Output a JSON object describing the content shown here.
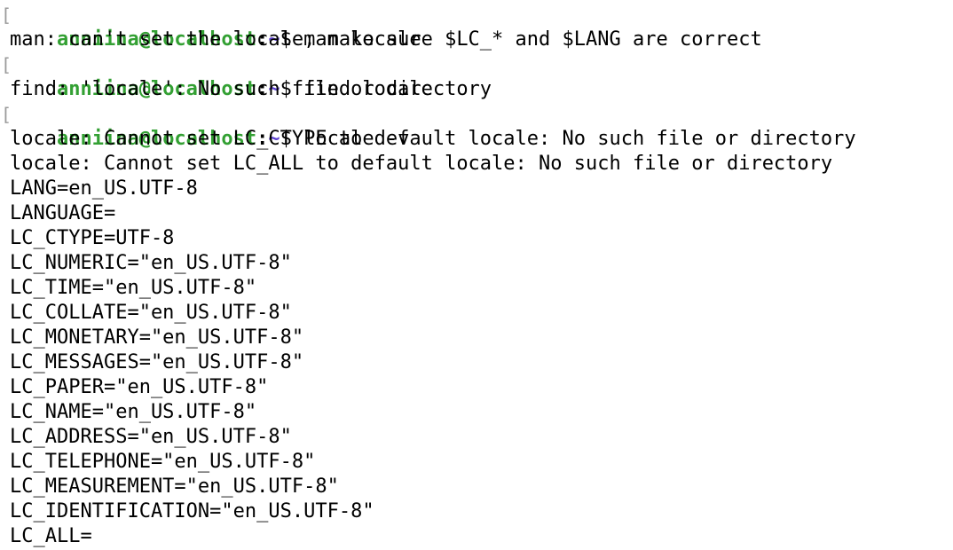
{
  "terminal": {
    "prompt_user": "anniina@localhost",
    "prompt_sep": ":",
    "prompt_dir": "~",
    "prompt_symbol": "$ ",
    "mark": "[",
    "commands": [
      "man locale",
      "find locale",
      "locale -v"
    ],
    "outputs": {
      "man": "man: can't set the locale; make sure $LC_* and $LANG are correct",
      "find": "find: 'locale': No such file or directory",
      "locale": [
        "locale: Cannot set LC_CTYPE to default locale: No such file or directory",
        "locale: Cannot set LC_ALL to default locale: No such file or directory",
        "LANG=en_US.UTF-8",
        "LANGUAGE=",
        "LC_CTYPE=UTF-8",
        "LC_NUMERIC=\"en_US.UTF-8\"",
        "LC_TIME=\"en_US.UTF-8\"",
        "LC_COLLATE=\"en_US.UTF-8\"",
        "LC_MONETARY=\"en_US.UTF-8\"",
        "LC_MESSAGES=\"en_US.UTF-8\"",
        "LC_PAPER=\"en_US.UTF-8\"",
        "LC_NAME=\"en_US.UTF-8\"",
        "LC_ADDRESS=\"en_US.UTF-8\"",
        "LC_TELEPHONE=\"en_US.UTF-8\"",
        "LC_MEASUREMENT=\"en_US.UTF-8\"",
        "LC_IDENTIFICATION=\"en_US.UTF-8\"",
        "LC_ALL="
      ]
    }
  },
  "colors": {
    "user": "#33a033",
    "dir": "#5b3fd0",
    "text": "#000000",
    "background": "#ffffff"
  }
}
